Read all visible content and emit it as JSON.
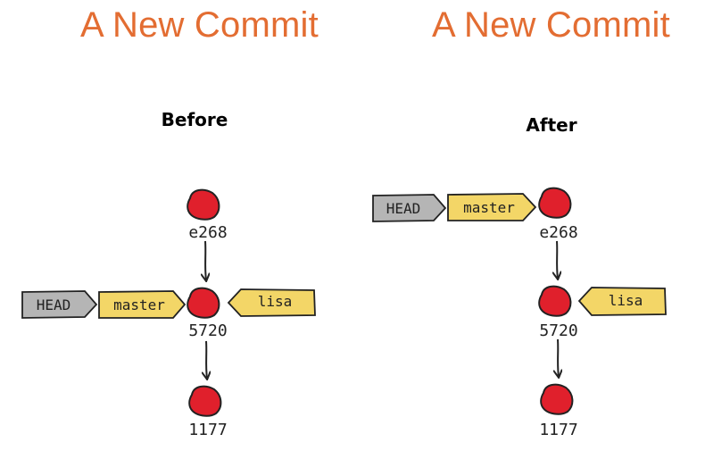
{
  "titles": {
    "left": "A New Commit",
    "right": "A New Commit"
  },
  "subtitles": {
    "before": "Before",
    "after": "After"
  },
  "colors": {
    "title": "#e36d32",
    "commit_fill": "#e0202c",
    "branch_fill": "#f3d667",
    "head_fill": "#b5b5b5",
    "outline": "#222222"
  },
  "before": {
    "commits": [
      "e268",
      "5720",
      "1177"
    ],
    "head_label": "HEAD",
    "head_points_to": "master",
    "branches": [
      {
        "name": "master",
        "commit": "5720"
      },
      {
        "name": "lisa",
        "commit": "5720"
      }
    ]
  },
  "after": {
    "commits": [
      "e268",
      "5720",
      "1177"
    ],
    "head_label": "HEAD",
    "head_points_to": "master",
    "branches": [
      {
        "name": "master",
        "commit": "e268"
      },
      {
        "name": "lisa",
        "commit": "5720"
      }
    ]
  }
}
